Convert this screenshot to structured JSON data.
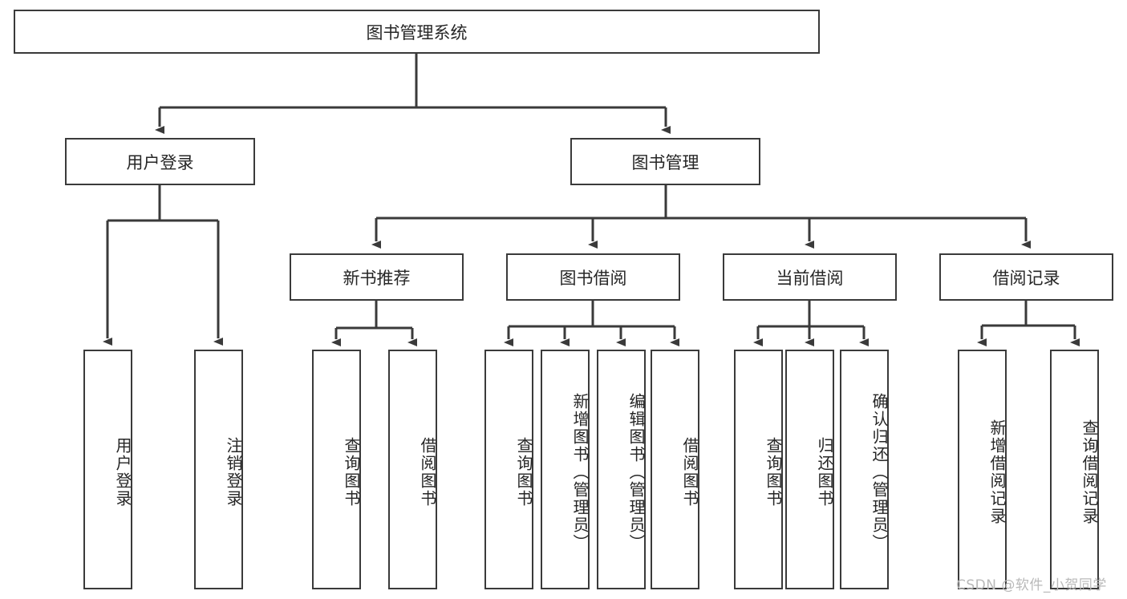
{
  "diagram": {
    "title": "图书管理系统",
    "type": "tree-hierarchy-diagram",
    "watermark": "CSDN @软件_小贺同学",
    "colors": {
      "box_border": "#3a3a3a",
      "box_fill": "#ffffff",
      "line": "#3a3a3a",
      "text": "#262626",
      "watermark": "#b9b9b9",
      "background": "#ffffff"
    },
    "root": {
      "label": "图书管理系统"
    },
    "level2": [
      {
        "label": "用户登录"
      },
      {
        "label": "图书管理"
      }
    ],
    "level3": [
      {
        "label": "新书推荐"
      },
      {
        "label": "图书借阅"
      },
      {
        "label": "当前借阅"
      },
      {
        "label": "借阅记录"
      }
    ],
    "leaves": {
      "user_login": [
        {
          "label": "用户登录"
        },
        {
          "label": "注销登录"
        }
      ],
      "new_book_recommend": [
        {
          "label": "查询图书"
        },
        {
          "label": "借阅图书"
        }
      ],
      "book_borrow": [
        {
          "label": "查询图书"
        },
        {
          "label": "新增图书（管理员）"
        },
        {
          "label": "编辑图书（管理员）"
        },
        {
          "label": "借阅图书"
        }
      ],
      "current_borrow": [
        {
          "label": "查询图书"
        },
        {
          "label": "归还图书"
        },
        {
          "label": "确认归还（管理员）"
        }
      ],
      "borrow_record": [
        {
          "label": "新增借阅记录"
        },
        {
          "label": "查询借阅记录"
        }
      ]
    }
  }
}
